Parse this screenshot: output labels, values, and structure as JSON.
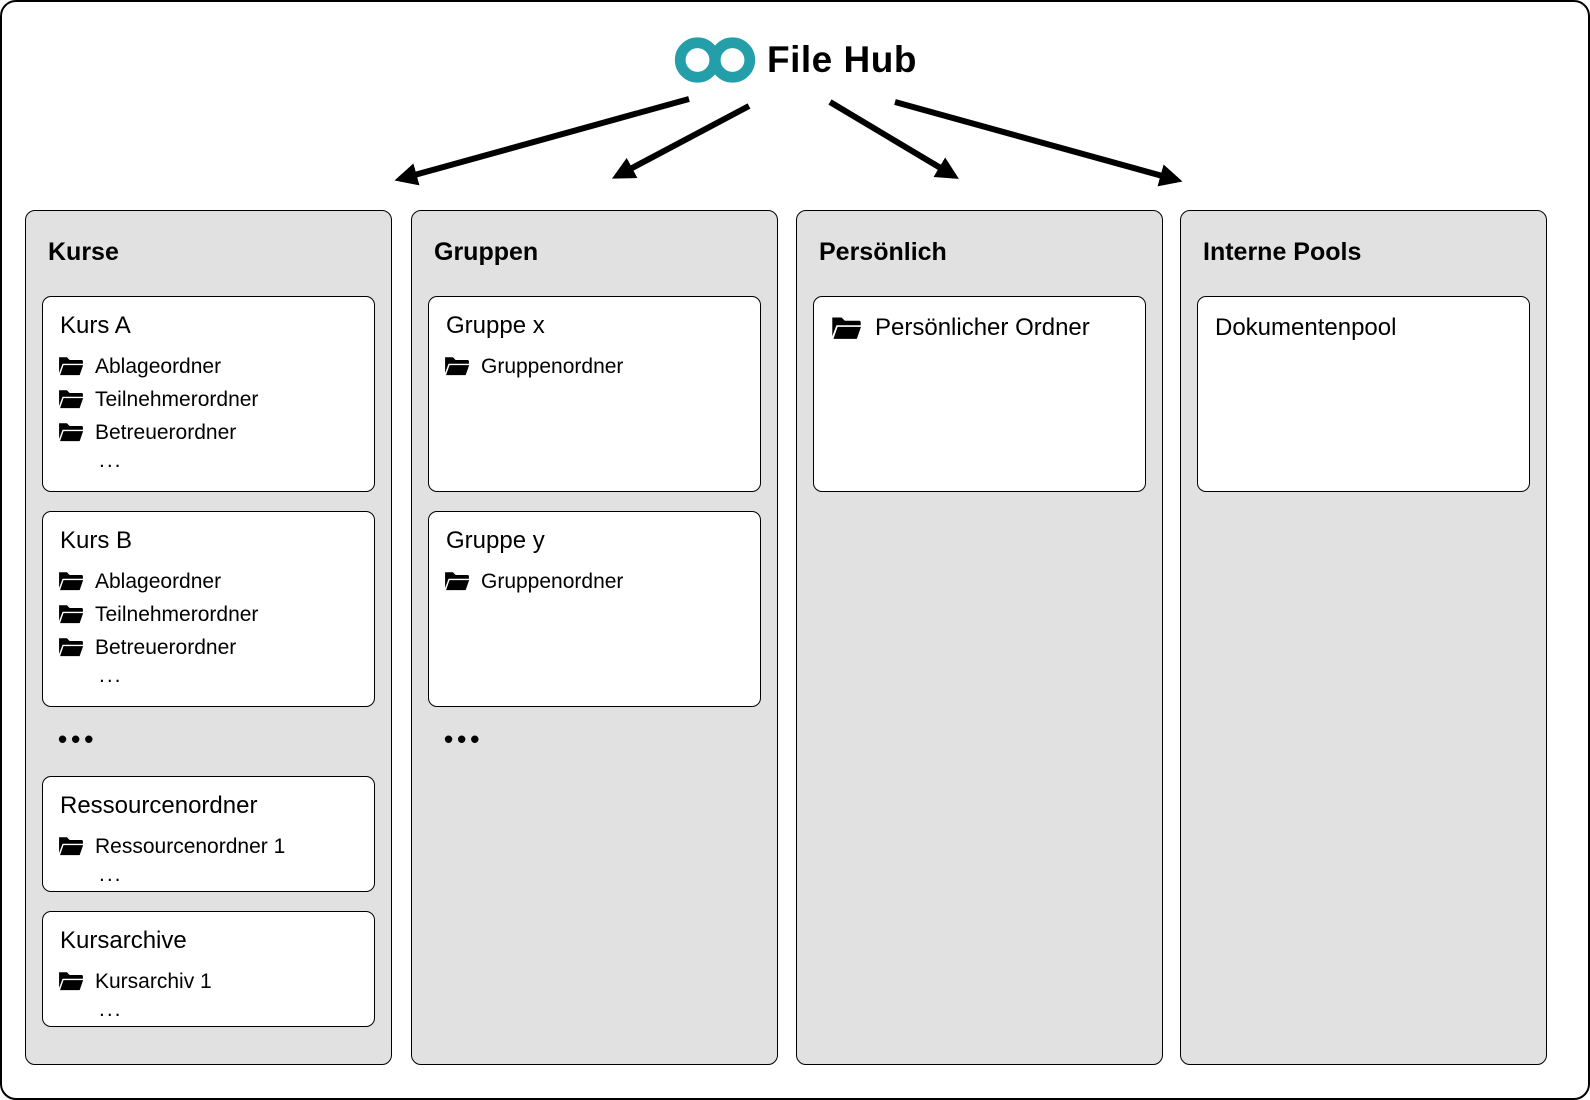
{
  "hub": {
    "title": "File Hub",
    "accent_color": "#249EA8"
  },
  "columns": [
    {
      "title": "Kurse",
      "dots": "•••",
      "cards": [
        {
          "title": "Kurs A",
          "items": [
            "Ablageordner",
            "Teilnehmerordner",
            "Betreuerordner"
          ],
          "more": "..."
        },
        {
          "title": "Kurs B",
          "items": [
            "Ablageordner",
            "Teilnehmerordner",
            "Betreuerordner"
          ],
          "more": "..."
        },
        {
          "title": "Ressourcenordner",
          "items": [
            "Ressourcenordner 1"
          ],
          "more": "..."
        },
        {
          "title": "Kursarchive",
          "items": [
            "Kursarchiv 1"
          ],
          "more": "..."
        }
      ]
    },
    {
      "title": "Gruppen",
      "dots": "•••",
      "cards": [
        {
          "title": "Gruppe x",
          "items": [
            "Gruppenordner"
          ]
        },
        {
          "title": "Gruppe y",
          "items": [
            "Gruppenordner"
          ]
        }
      ]
    },
    {
      "title": "Persönlich",
      "cards": [
        {
          "title": "Persönlicher Ordner"
        }
      ]
    },
    {
      "title": "Interne Pools",
      "cards": [
        {
          "title": "Dokumentenpool"
        }
      ]
    }
  ]
}
